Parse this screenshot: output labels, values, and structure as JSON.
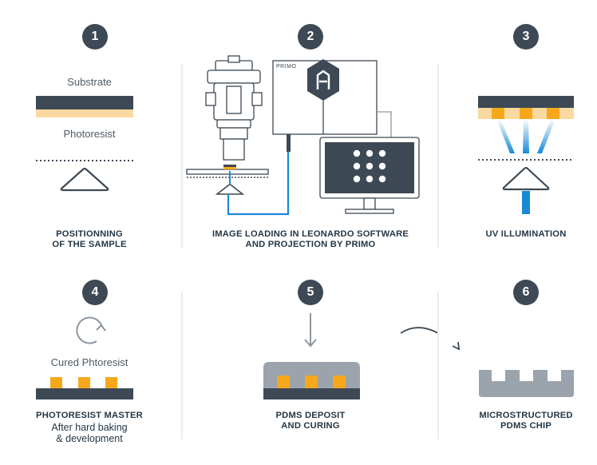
{
  "steps": [
    {
      "number": "1",
      "caption_line1": "POSITIONNING",
      "caption_line2": "OF THE SAMPLE"
    },
    {
      "number": "2",
      "caption_line1": "IMAGE LOADING IN LEONARDO SOFTWARE",
      "caption_line2": "AND PROJECTION BY PRIMO"
    },
    {
      "number": "3",
      "caption_line1": "UV ILLUMINATION"
    },
    {
      "number": "4",
      "caption_line1": "PHOTORESIST MASTER",
      "sub_line1": "After hard baking",
      "sub_line2": "& development"
    },
    {
      "number": "5",
      "caption_line1": "PDMS DEPOSIT",
      "caption_line2": "AND CURING"
    },
    {
      "number": "6",
      "caption_line1": "MICROSTRUCTURED",
      "caption_line2": "PDMS CHIP"
    }
  ],
  "labels": {
    "substrate": "Substrate",
    "photoresist": "Photoresist",
    "cured_photoresist": "Cured Phtoresist",
    "primo_device": "PRIMO"
  },
  "colors": {
    "dark": "#3d4954",
    "photoresist": "#fad9a0",
    "cured": "#f6a81c",
    "uv_blue": "#1a8ad4",
    "pdms": "#9ba3ad",
    "divider": "#d7dadd"
  }
}
